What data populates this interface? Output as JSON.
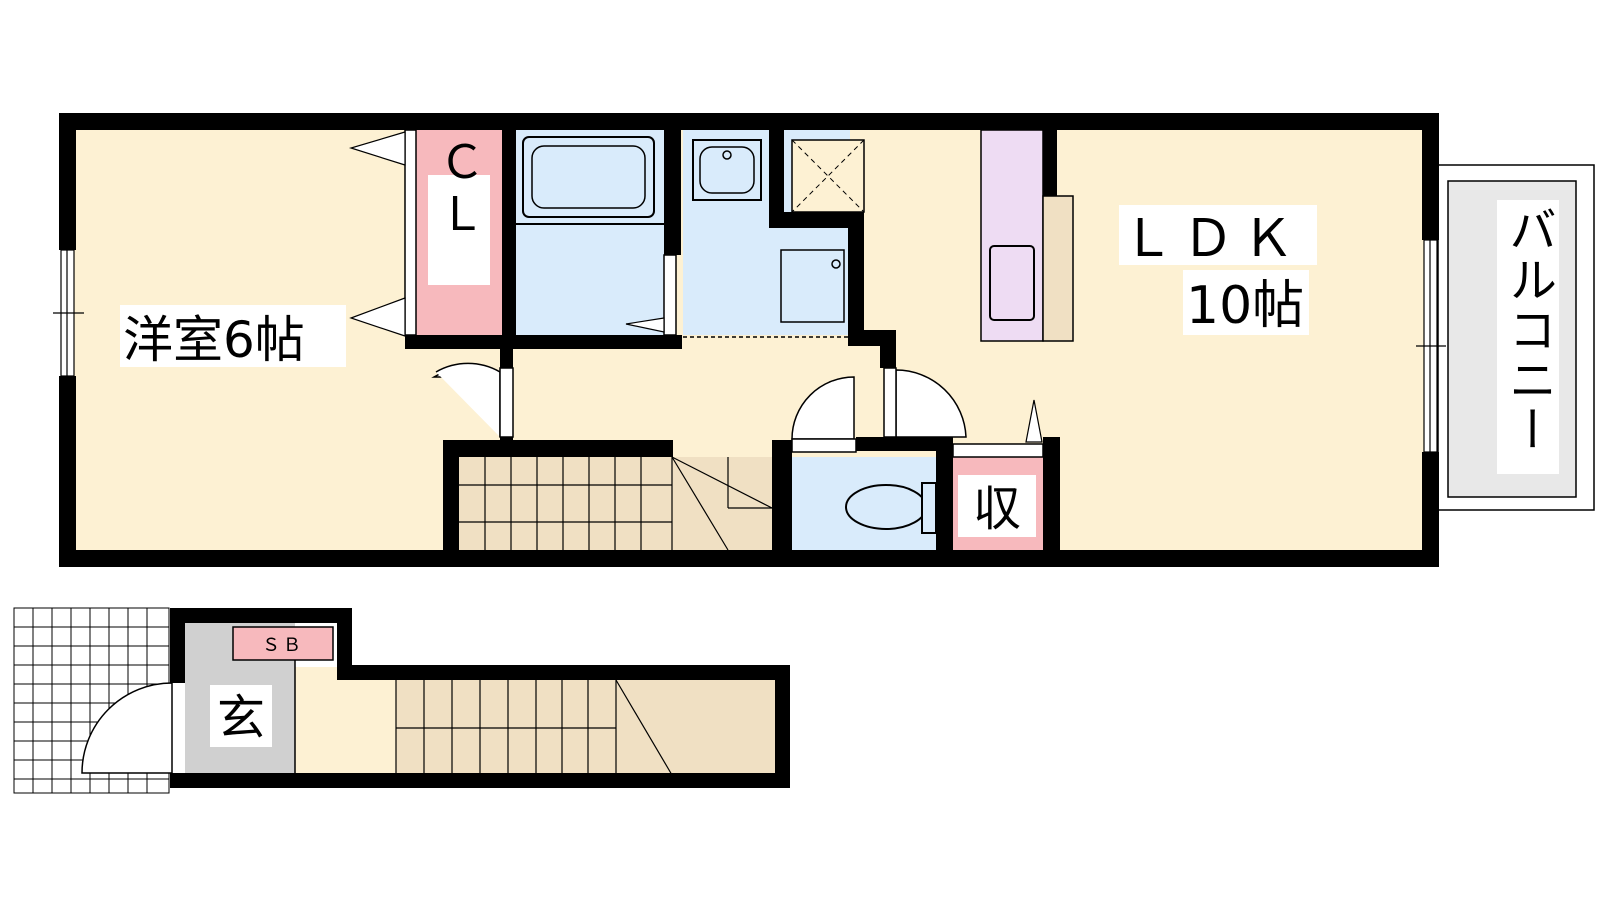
{
  "rooms": {
    "western_room": "洋室6帖",
    "ldk_name": "ＬＤＫ",
    "ldk_size": "10帖",
    "closet": "ＣＬ",
    "storage": "収",
    "balcony": "バルコニー",
    "entrance": "玄",
    "shoe_box": "ＳＢ"
  },
  "colors": {
    "floor": "#fdf1d3",
    "wet_area": "#d9ebfb",
    "closet": "#f7b9bd",
    "kitchen": "#eedcf3",
    "stairs": "#f0e0c3",
    "entrance": "#d0d0d0",
    "balcony": "#e6e6e6",
    "wall": "#000000"
  }
}
